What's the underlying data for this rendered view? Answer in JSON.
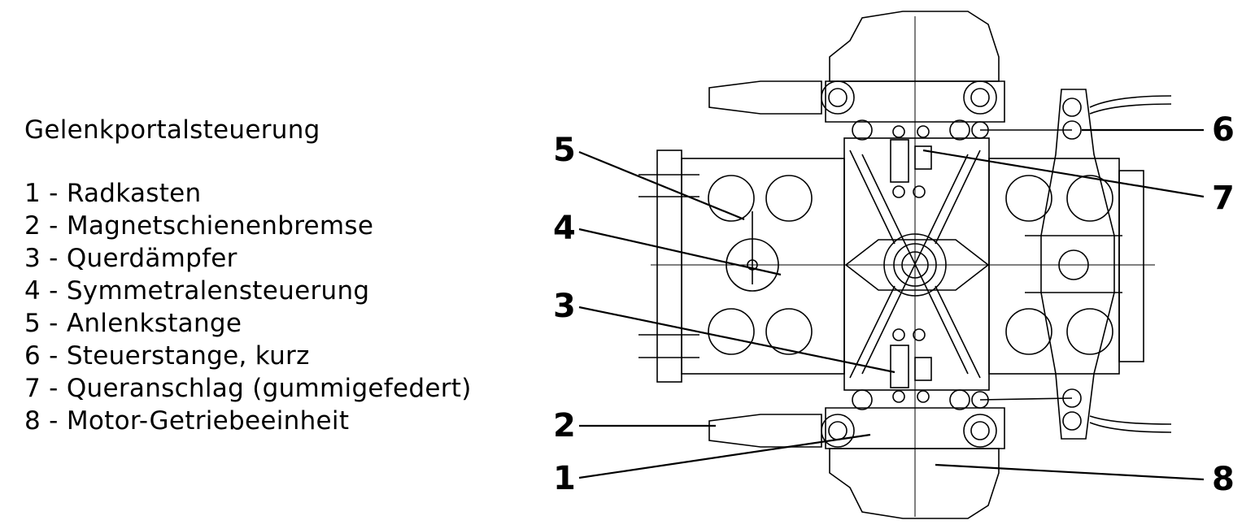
{
  "legend": {
    "title": "Gelenkportalsteuerung",
    "items": [
      {
        "number": "1",
        "label": "Radkasten"
      },
      {
        "number": "2",
        "label": "Magnetschienenbremse"
      },
      {
        "number": "3",
        "label": "Querdämpfer"
      },
      {
        "number": "4",
        "label": "Symmetralensteuerung"
      },
      {
        "number": "5",
        "label": "Anlenkstange"
      },
      {
        "number": "6",
        "label": "Steuerstange, kurz"
      },
      {
        "number": "7",
        "label": "Queranschlag (gummigefedert)"
      },
      {
        "number": "8",
        "label": "Motor-Getriebeeinheit"
      }
    ]
  },
  "callouts": [
    "1",
    "2",
    "3",
    "4",
    "5",
    "6",
    "7",
    "8"
  ],
  "colors": {
    "line": "#000000",
    "background": "#ffffff",
    "fill_light": "#f7f7f7"
  }
}
